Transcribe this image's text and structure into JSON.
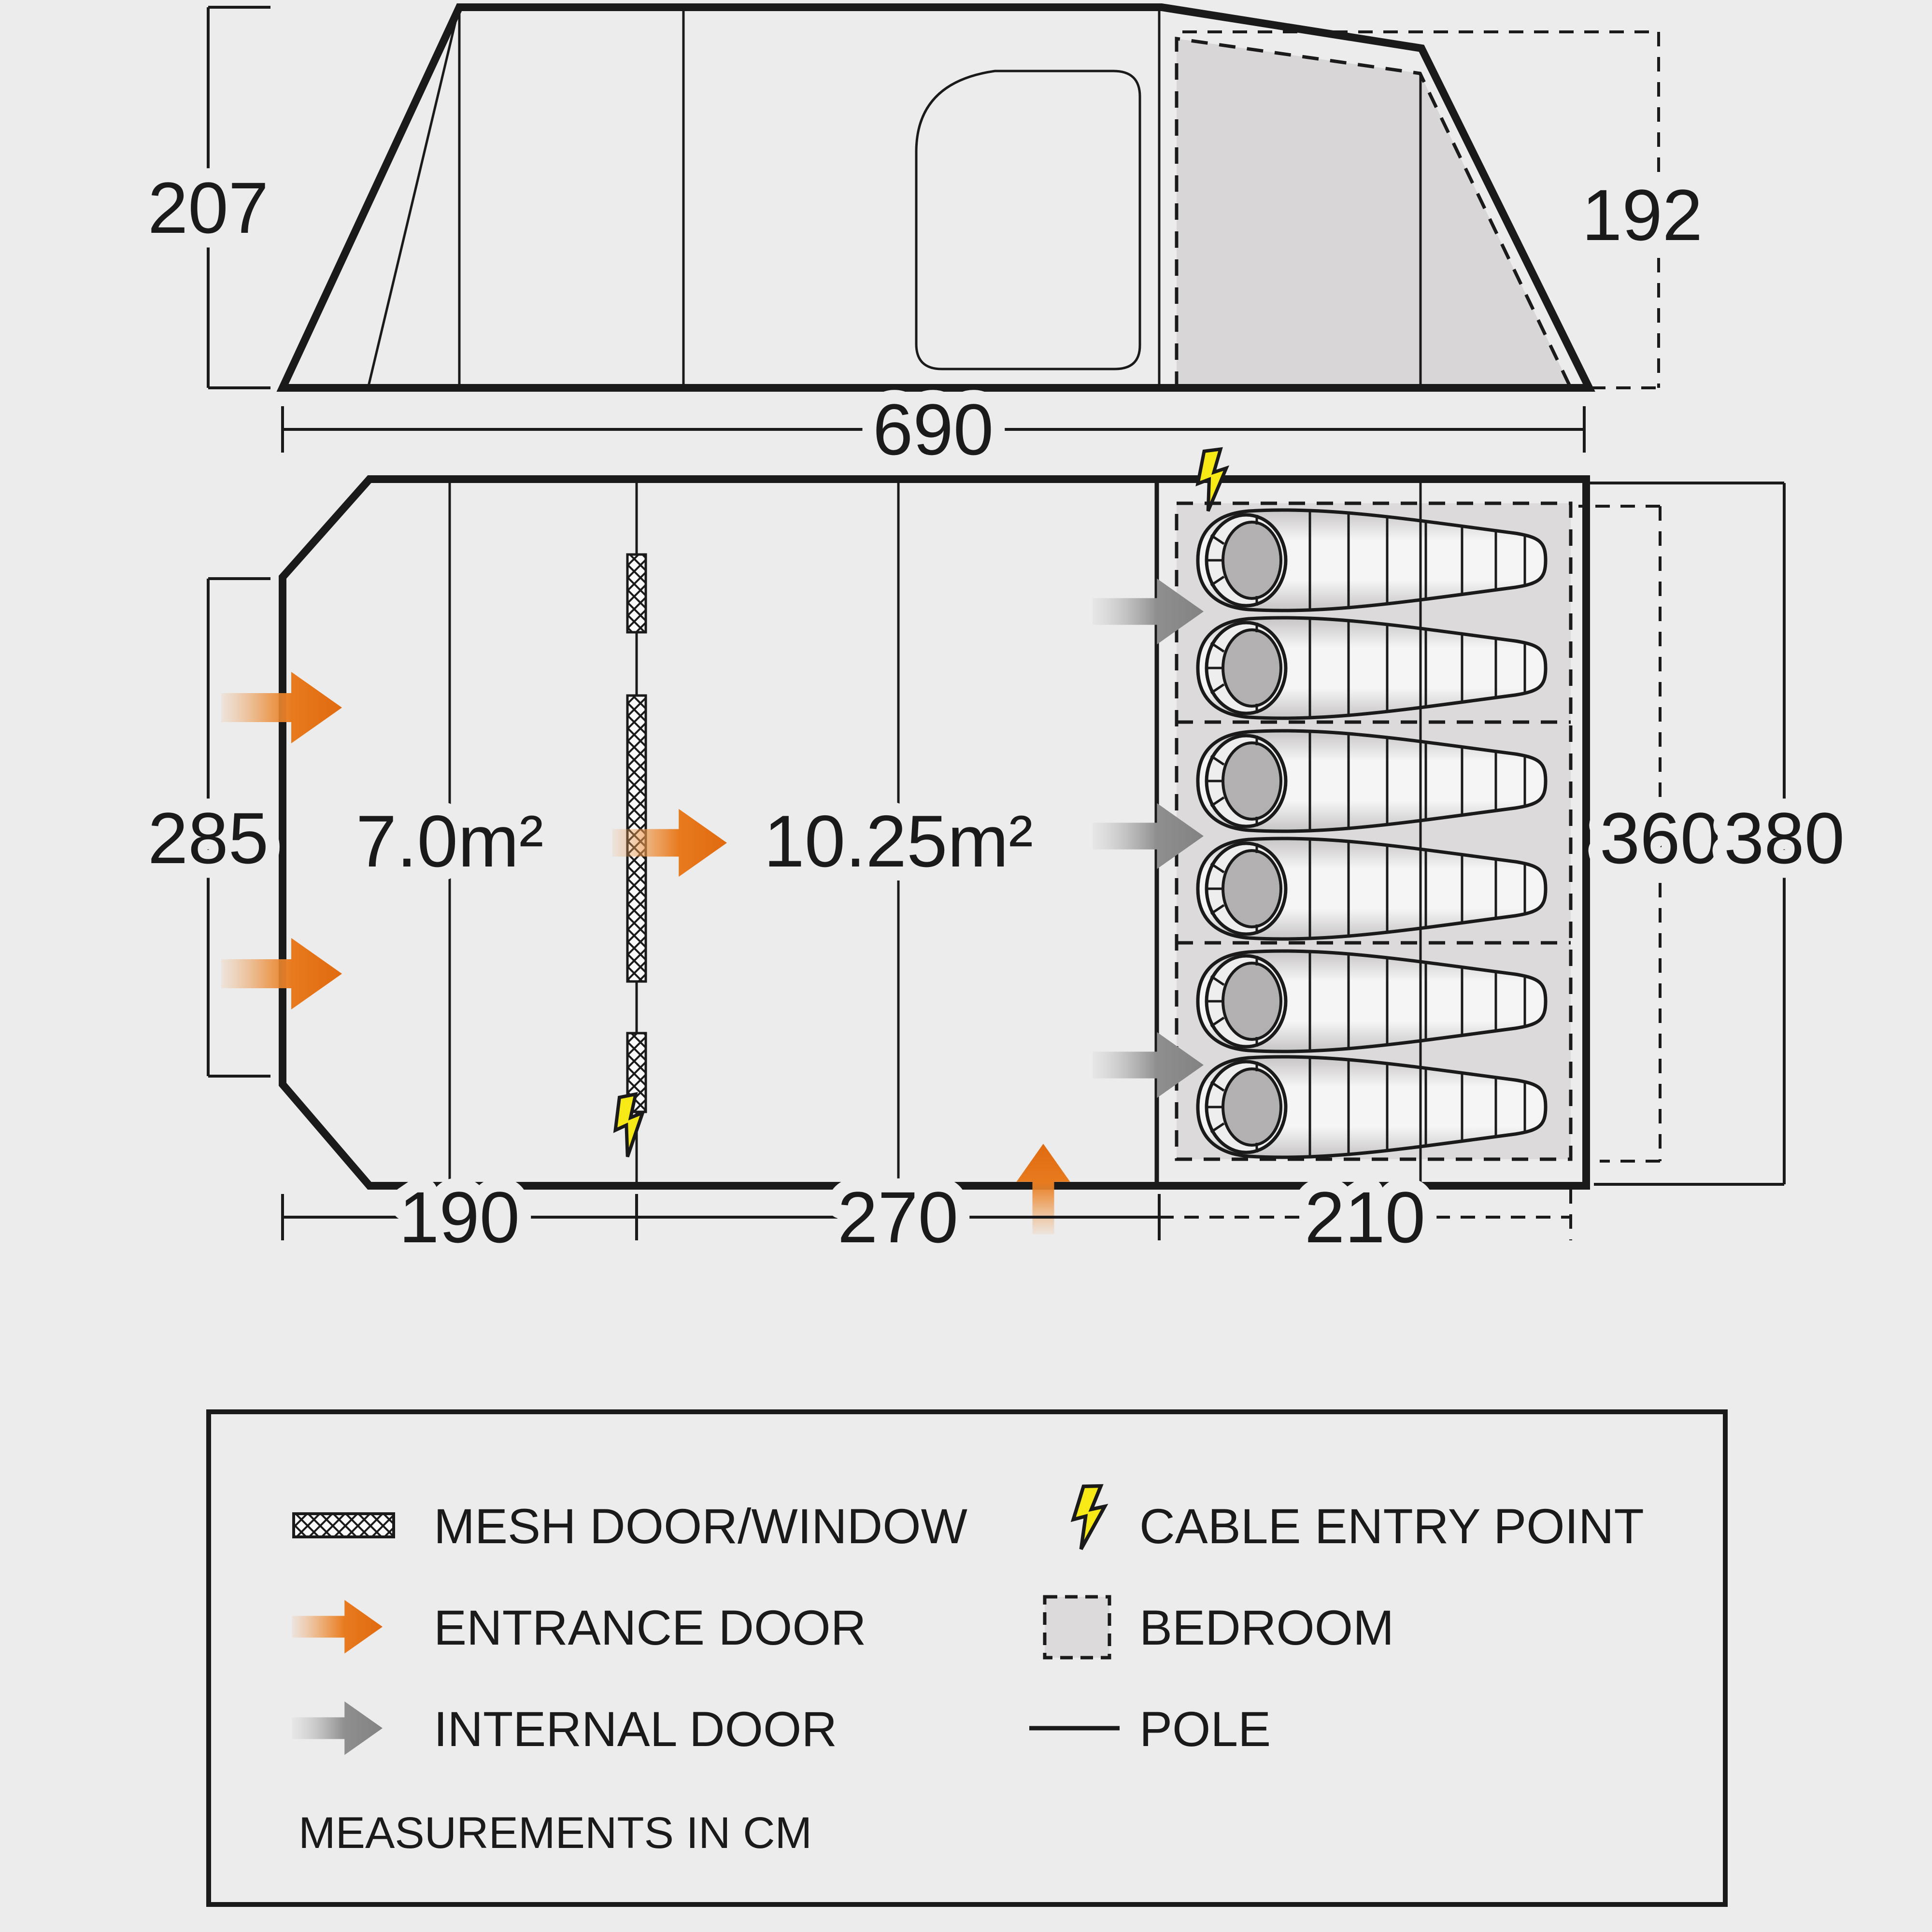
{
  "colors": {
    "background": "#ececed",
    "line": "#1a1a1a",
    "bedroom_fill": "#dcdada",
    "elevation_inner_fill": "#d8d6d6",
    "entrance_arrow_orange": "#e87a1e",
    "internal_arrow_gray": "#8f8f8f",
    "lightning_yellow": "#f6e915",
    "sleeping_bag_head_gray": "#b2b0b0"
  },
  "elevation": {
    "front_height": "207",
    "rear_height": "192"
  },
  "floorplan": {
    "total_length": "690",
    "front_width": "285",
    "bedroom_inner_width": "360",
    "overall_width": "380",
    "section_lengths": [
      "190",
      "270",
      "210"
    ],
    "porch_area": "7.0m²",
    "living_area": "10.25m²",
    "sleeping_bag_count": 6
  },
  "legend": {
    "items": [
      {
        "icon": "mesh-swatch-icon",
        "label": "MESH DOOR/WINDOW"
      },
      {
        "icon": "lightning-icon",
        "label": "CABLE ENTRY POINT"
      },
      {
        "icon": "entrance-arrow-icon",
        "label": "ENTRANCE DOOR"
      },
      {
        "icon": "bedroom-swatch-icon",
        "label": "BEDROOM"
      },
      {
        "icon": "internal-arrow-icon",
        "label": "INTERNAL DOOR"
      },
      {
        "icon": "pole-line-icon",
        "label": "POLE"
      }
    ],
    "note": "MEASUREMENTS IN CM"
  }
}
